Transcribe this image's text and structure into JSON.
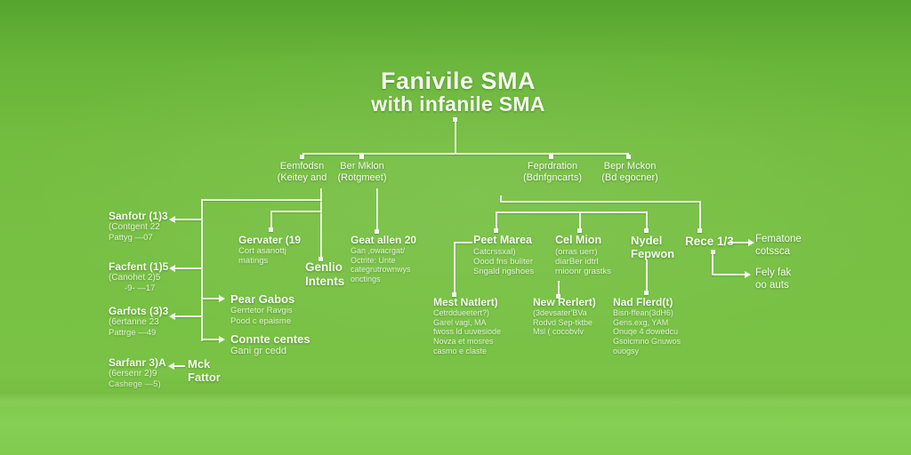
{
  "title": {
    "line1": "Fanivile SMA",
    "line2": "with infanile SMA"
  },
  "level1": [
    {
      "l1": "Eemfodsn",
      "l2": "(Keitey and"
    },
    {
      "l1": "Ber Mklon",
      "l2": "(Rotgmeet)"
    },
    {
      "l1": "Feprdration",
      "l2": "(Bdnfgncarts)"
    },
    {
      "l1": "Bepr Mckon",
      "l2": "(Bd egocner)"
    }
  ],
  "left_items": [
    {
      "title": "Sanfotr (1)3",
      "sub1": "(Contgent 22",
      "sub2": "Pattyg —07"
    },
    {
      "title": "Facfent (1)5",
      "sub1": "(Canohet 2)5",
      "sub2": "-9- —17"
    },
    {
      "title": "Garfots (3)3",
      "sub1": "(6ertanne 23",
      "sub2": "Pattrge —49"
    },
    {
      "title": "Sarfanr 3)A",
      "sub1": "(6ersenr 2)9",
      "sub2": "Cashege —5)"
    }
  ],
  "mck": {
    "l1": "Mck",
    "l2": "Fattor"
  },
  "mid": {
    "gervater": {
      "l1": "Gervater (19",
      "l2": "Cort asanottj",
      "l3": "matings"
    },
    "genlio": {
      "l1": "Genlio",
      "l2": "Intents"
    },
    "geat": {
      "l1": "Geat allen 20",
      "l2": "Gan ,owacrgat/",
      "l3": "Octrite: Unte",
      "l4": "categrutrownwys",
      "l5": "onctings"
    },
    "pear": {
      "l1": "Pear Gabos",
      "l2": "Gerrtetor Ravgis",
      "l3": "Pood c epaisme"
    },
    "connte": {
      "l1": "Connte centes",
      "l2": "Gani gr cedd"
    }
  },
  "right": {
    "peet": {
      "l1": "Peet Marea",
      "l2": "Catcrssxal)",
      "l3": "Oood fns buliter",
      "l4": "Sngald ngshoes"
    },
    "cel": {
      "l1": "Cel Mion",
      "l2": "(orras uerr)",
      "l3": "diarBer idtrl",
      "l4": "rnioonr grastks"
    },
    "nydel": {
      "l1": "Nydel",
      "l2": "Fepwon"
    },
    "rece": {
      "l1": "Rece 1/3"
    },
    "fematone": {
      "l1": "Fematone",
      "l2": "cotssca"
    },
    "fely": {
      "l1": "Fely fak",
      "l2": "oo auts"
    }
  },
  "bottom": {
    "mest": {
      "l1": "Mest Natlert)",
      "l2": "Cetrddueetert?)",
      "l3": "Garel vagl, MA",
      "l4": "fwoss ld uuvesiode",
      "l5": "Novza et mosres",
      "l6": "casmo e claste"
    },
    "newr": {
      "l1": "New Rerlert)",
      "l2": "(3devsater'BVa",
      "l3": "Rodvd Sep-tktbe",
      "l4": "Msl ( cocobvlv"
    },
    "nad": {
      "l1": "Nad Flerd(t)",
      "l2": "Bisn-ffean(3dH6)",
      "l3": "Gens.exg, YAM",
      "l4": "Onuqe 4 dowedcu",
      "l5": "Gsoicmno Gnuwos",
      "l6": "ouogsy"
    }
  },
  "colors": {
    "background_top": "#57a72f",
    "background_mid": "#77c043",
    "background_bottom": "#85d054",
    "line": "#f6fcf1",
    "text": "#f5fbf0"
  }
}
